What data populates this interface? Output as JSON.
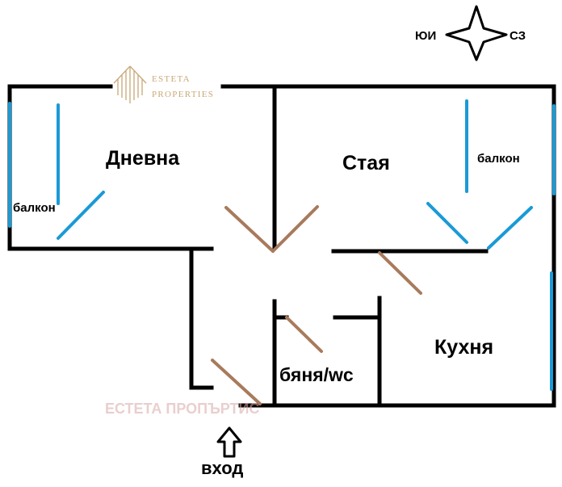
{
  "compass": {
    "left_label": "ЮИ",
    "right_label": "СЗ",
    "icon": "compass-star-icon"
  },
  "logo": {
    "line1": "ESTETA",
    "line2": "PROPERTIES",
    "icon": "building-logo-icon"
  },
  "rooms": {
    "living": "Дневна",
    "room": "Стая",
    "balcony_left": "балкон",
    "balcony_right": "балкон",
    "kitchen": "Кухня",
    "bath": "бяня/wc"
  },
  "entrance": {
    "label": "вход",
    "icon": "up-arrow-icon"
  },
  "watermark": {
    "text": "ЕСТЕТА ПРОПЪРТИС"
  },
  "colors": {
    "wall": "#000000",
    "window": "#1a9ad6",
    "door": "#a87a5c",
    "logo": "#c9a877",
    "watermark": "#d9a7a7"
  }
}
